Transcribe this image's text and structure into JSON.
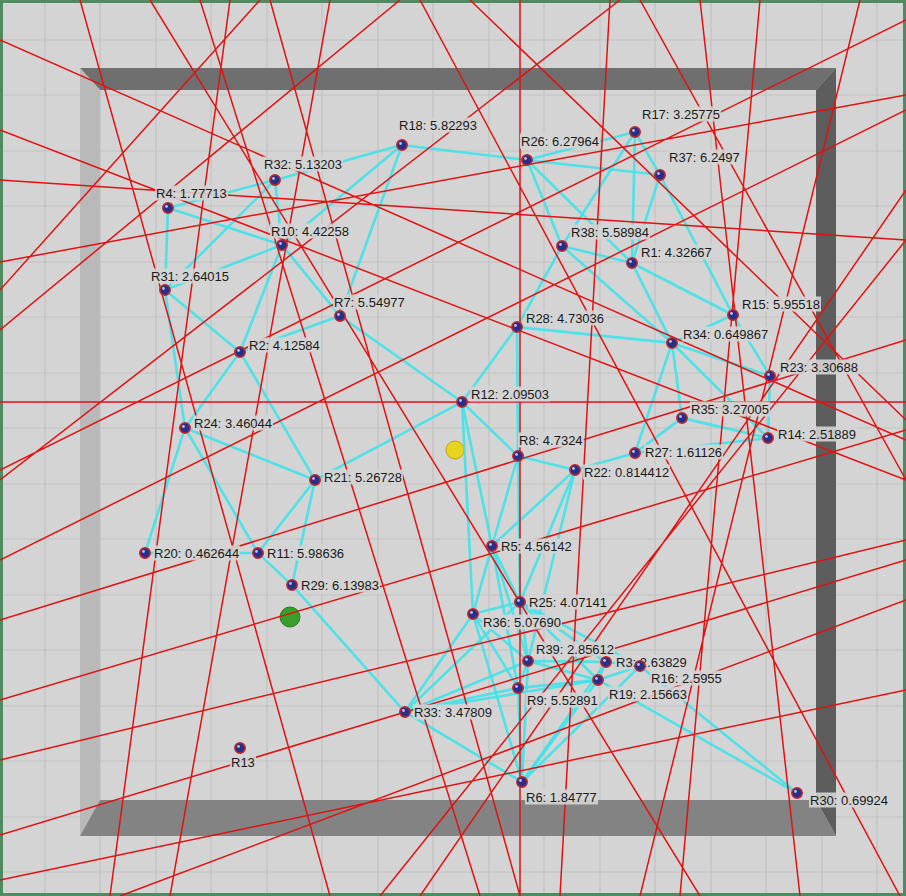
{
  "diagram": {
    "nodes": [
      {
        "text": [
          "R17: 3.25775"
        ]
      },
      {
        "text": [
          "R18: 5.82293"
        ]
      },
      {
        "text": [
          "R26: 6.27964"
        ]
      },
      {
        "text": [
          "R37: 6.2497"
        ]
      },
      {
        "text": [
          "R32: 5.13203"
        ]
      },
      {
        "text": [
          "R4: 1.77713"
        ]
      },
      {
        "text": [
          "R10: 4.42258"
        ]
      },
      {
        "text": [
          "R38: 5.58984"
        ]
      },
      {
        "text": [
          "R1: 4.32667"
        ]
      },
      {
        "text": [
          "R31: 2.64015"
        ]
      },
      {
        "text": [
          "R15: 5.95518"
        ]
      },
      {
        "text": [
          "R7: 5.54977"
        ]
      },
      {
        "text": [
          "R28: 4.73036"
        ]
      },
      {
        "text": [
          "R34: 0.649867"
        ]
      },
      {
        "text": [
          "R2: 4.12584"
        ]
      },
      {
        "text": [
          "R23: 3.30688"
        ]
      },
      {
        "text": [
          "R12: 2.09503"
        ]
      },
      {
        "text": [
          "R35: 3.27005"
        ]
      },
      {
        "text": [
          "R24: 3.46044"
        ]
      },
      {
        "text": [
          "R14: 2.51889"
        ]
      },
      {
        "text": [
          "R27: 1.61126"
        ]
      },
      {
        "text": [
          "R8: 4.7324"
        ]
      },
      {
        "text": [
          "R22: 0.814412"
        ]
      },
      {
        "text": [
          "R21: 5.26728"
        ]
      },
      {
        "text": [
          "R5: 4.56142"
        ]
      },
      {
        "text": [
          "R20: 0.462644"
        ]
      },
      {
        "text": [
          "R11: 5.98636"
        ]
      },
      {
        "text": [
          "R29: 6.13983"
        ]
      },
      {
        "text": [
          "R25: 4.07141"
        ]
      },
      {
        "text": [
          "R36: 5.07690"
        ]
      },
      {
        "text": [
          "R39: 2.85612"
        ]
      },
      {
        "text": [
          "R3: 2.63829"
        ]
      },
      {
        "text": [
          "R16: 2.5955"
        ]
      },
      {
        "text": [
          "R19: 2.15663"
        ]
      },
      {
        "text": [
          "R9: 5.52891"
        ]
      },
      {
        "text": [
          "R33: 3.47809"
        ]
      },
      {
        "text": [
          "R13"
        ]
      },
      {
        "text": [
          "R6: 1.84777"
        ]
      },
      {
        "text": [
          "R30: 0.69924"
        ]
      }
    ],
    "edges": [
      {
        "from": 1,
        "to": 4,
        "arrow": "none"
      },
      {
        "from": 1,
        "to": 6,
        "arrow": "none"
      },
      {
        "from": 1,
        "to": 11,
        "arrow": "none"
      },
      {
        "from": 1,
        "to": 2,
        "arrow": "none"
      },
      {
        "from": 4,
        "to": 5,
        "arrow": "none"
      },
      {
        "from": 4,
        "to": 6,
        "arrow": "none"
      },
      {
        "from": 4,
        "to": 9,
        "arrow": "none"
      },
      {
        "from": 5,
        "to": 6,
        "arrow": "none"
      },
      {
        "from": 5,
        "to": 9,
        "arrow": "none"
      },
      {
        "from": 6,
        "to": 9,
        "arrow": "none"
      },
      {
        "from": 6,
        "to": 14,
        "arrow": "none"
      },
      {
        "from": 6,
        "to": 11,
        "arrow": "none"
      },
      {
        "from": 9,
        "to": 14,
        "arrow": "none"
      },
      {
        "from": 9,
        "to": 18,
        "arrow": "none"
      },
      {
        "from": 14,
        "to": 11,
        "arrow": "none"
      },
      {
        "from": 14,
        "to": 18,
        "arrow": "none"
      },
      {
        "from": 14,
        "to": 23,
        "arrow": "none"
      },
      {
        "from": 11,
        "to": 16,
        "arrow": "none"
      },
      {
        "from": 18,
        "to": 23,
        "arrow": "none"
      },
      {
        "from": 18,
        "to": 25,
        "arrow": "none"
      },
      {
        "from": 18,
        "to": 26,
        "arrow": "none"
      },
      {
        "from": 23,
        "to": 26,
        "arrow": "none"
      },
      {
        "from": 23,
        "to": 27,
        "arrow": "none"
      },
      {
        "from": 25,
        "to": 26,
        "arrow": "none"
      },
      {
        "from": 26,
        "to": 27,
        "arrow": "none"
      },
      {
        "from": 23,
        "to": 16,
        "arrow": "none"
      },
      {
        "from": 27,
        "to": 35,
        "arrow": "none"
      },
      {
        "from": 35,
        "to": 37,
        "arrow": "none"
      },
      {
        "from": 35,
        "to": 34,
        "arrow": "none"
      },
      {
        "from": 35,
        "to": 30,
        "arrow": "none"
      },
      {
        "from": 35,
        "to": 29,
        "arrow": "none"
      },
      {
        "from": 35,
        "to": 28,
        "arrow": "none"
      },
      {
        "from": 35,
        "to": 33,
        "arrow": "none"
      },
      {
        "from": 2,
        "to": 0,
        "arrow": "none"
      },
      {
        "from": 2,
        "to": 3,
        "arrow": "none"
      },
      {
        "from": 2,
        "to": 7,
        "arrow": "none"
      },
      {
        "from": 2,
        "to": 8,
        "arrow": "none"
      },
      {
        "from": 0,
        "to": 3,
        "arrow": "none"
      },
      {
        "from": 0,
        "to": 7,
        "arrow": "none"
      },
      {
        "from": 0,
        "to": 8,
        "arrow": "none"
      },
      {
        "from": 3,
        "to": 8,
        "arrow": "none"
      },
      {
        "from": 3,
        "to": 10,
        "arrow": "none"
      },
      {
        "from": 7,
        "to": 8,
        "arrow": "none"
      },
      {
        "from": 7,
        "to": 12,
        "arrow": "none"
      },
      {
        "from": 7,
        "to": 13,
        "arrow": "none"
      },
      {
        "from": 8,
        "to": 10,
        "arrow": "none"
      },
      {
        "from": 8,
        "to": 13,
        "arrow": "none"
      },
      {
        "from": 10,
        "to": 13,
        "arrow": "none"
      },
      {
        "from": 10,
        "to": 15,
        "arrow": "none"
      },
      {
        "from": 13,
        "to": 15,
        "arrow": "none"
      },
      {
        "from": 13,
        "to": 17,
        "arrow": "none"
      },
      {
        "from": 13,
        "to": 19,
        "arrow": "none"
      },
      {
        "from": 15,
        "to": 19,
        "arrow": "none"
      },
      {
        "from": 17,
        "to": 19,
        "arrow": "none"
      },
      {
        "from": 17,
        "to": 20,
        "arrow": "none"
      },
      {
        "from": 20,
        "to": 19,
        "arrow": "none"
      },
      {
        "from": 20,
        "to": 22,
        "arrow": "none"
      },
      {
        "from": 22,
        "to": 21,
        "arrow": "none"
      },
      {
        "from": 21,
        "to": 12,
        "arrow": "none"
      },
      {
        "from": 12,
        "to": 16,
        "arrow": "none"
      },
      {
        "from": 16,
        "to": 21,
        "arrow": "none"
      },
      {
        "from": 16,
        "to": 24,
        "arrow": "none"
      },
      {
        "from": 12,
        "to": 13,
        "arrow": "none"
      },
      {
        "from": 21,
        "to": 24,
        "arrow": "none"
      },
      {
        "from": 22,
        "to": 24,
        "arrow": "none"
      },
      {
        "from": 20,
        "to": 13,
        "arrow": "none"
      },
      {
        "from": 24,
        "to": 29,
        "arrow": "none"
      },
      {
        "from": 24,
        "to": 28,
        "arrow": "none"
      },
      {
        "from": 24,
        "to": 30,
        "arrow": "none"
      },
      {
        "from": 24,
        "to": 34,
        "arrow": "none"
      },
      {
        "from": 21,
        "to": 28,
        "arrow": "none"
      },
      {
        "from": 22,
        "to": 28,
        "arrow": "none"
      },
      {
        "from": 22,
        "to": 30,
        "arrow": "none"
      },
      {
        "from": 29,
        "to": 28,
        "arrow": "none"
      },
      {
        "from": 29,
        "to": 30,
        "arrow": "none"
      },
      {
        "from": 29,
        "to": 34,
        "arrow": "none"
      },
      {
        "from": 28,
        "to": 30,
        "arrow": "none"
      },
      {
        "from": 28,
        "to": 31,
        "arrow": "none"
      },
      {
        "from": 28,
        "to": 32,
        "arrow": "none"
      },
      {
        "from": 28,
        "to": 33,
        "arrow": "none"
      },
      {
        "from": 30,
        "to": 31,
        "arrow": "none"
      },
      {
        "from": 30,
        "to": 34,
        "arrow": "none"
      },
      {
        "from": 30,
        "to": 33,
        "arrow": "none"
      },
      {
        "from": 31,
        "to": 32,
        "arrow": "none"
      },
      {
        "from": 31,
        "to": 33,
        "arrow": "none"
      },
      {
        "from": 32,
        "to": 33,
        "arrow": "none"
      },
      {
        "from": 34,
        "to": 37,
        "arrow": "none"
      },
      {
        "from": 30,
        "to": 37,
        "arrow": "none"
      },
      {
        "from": 33,
        "to": 37,
        "arrow": "none"
      },
      {
        "from": 31,
        "to": 37,
        "arrow": "none"
      },
      {
        "from": 32,
        "to": 38,
        "arrow": "none"
      },
      {
        "from": 34,
        "to": 33,
        "arrow": "none"
      },
      {
        "from": 29,
        "to": 37,
        "arrow": "none"
      },
      {
        "from": 32,
        "to": 37,
        "arrow": "none"
      },
      {
        "from": 33,
        "to": 38,
        "arrow": "none"
      },
      {
        "from": 16,
        "to": 29,
        "arrow": "none"
      }
    ]
  }
}
